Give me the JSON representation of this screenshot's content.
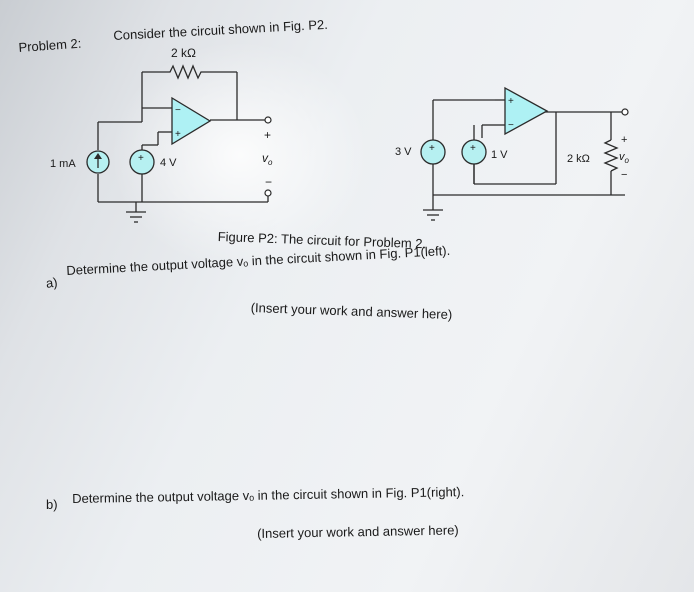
{
  "header": {
    "problem_label": "Problem 2:",
    "instruction": "Consider the circuit shown in Fig. P2."
  },
  "left_circuit": {
    "feedback_resistor": "2 kΩ",
    "current_source": "1 mA",
    "voltage_source": "4 V",
    "output_label": "v",
    "output_sub": "o",
    "plus": "+",
    "minus": "−",
    "opamp_minus": "−",
    "opamp_plus": "+"
  },
  "right_circuit": {
    "source_a": "3 V",
    "source_b": "1 V",
    "load_resistor": "2 kΩ",
    "output_label": "v",
    "output_sub": "o",
    "plus": "+",
    "minus": "−",
    "opamp_plus": "+",
    "opamp_minus": "−"
  },
  "figure_caption": "Figure P2: The circuit for Problem 2.",
  "part_a": {
    "letter": "a)",
    "question": "Determine the output voltage vₒ in the circuit shown in Fig. P1(left).",
    "answer_hint": "(Insert your work and answer here)"
  },
  "part_b": {
    "letter": "b)",
    "question": "Determine the output voltage vₒ in the circuit shown in Fig. P1(right).",
    "answer_hint": "(Insert your work and answer here)"
  },
  "colors": {
    "opamp_fill": "#aef1f4",
    "source_fill": "#b6f0f1",
    "wire": "#2b2b2b"
  }
}
